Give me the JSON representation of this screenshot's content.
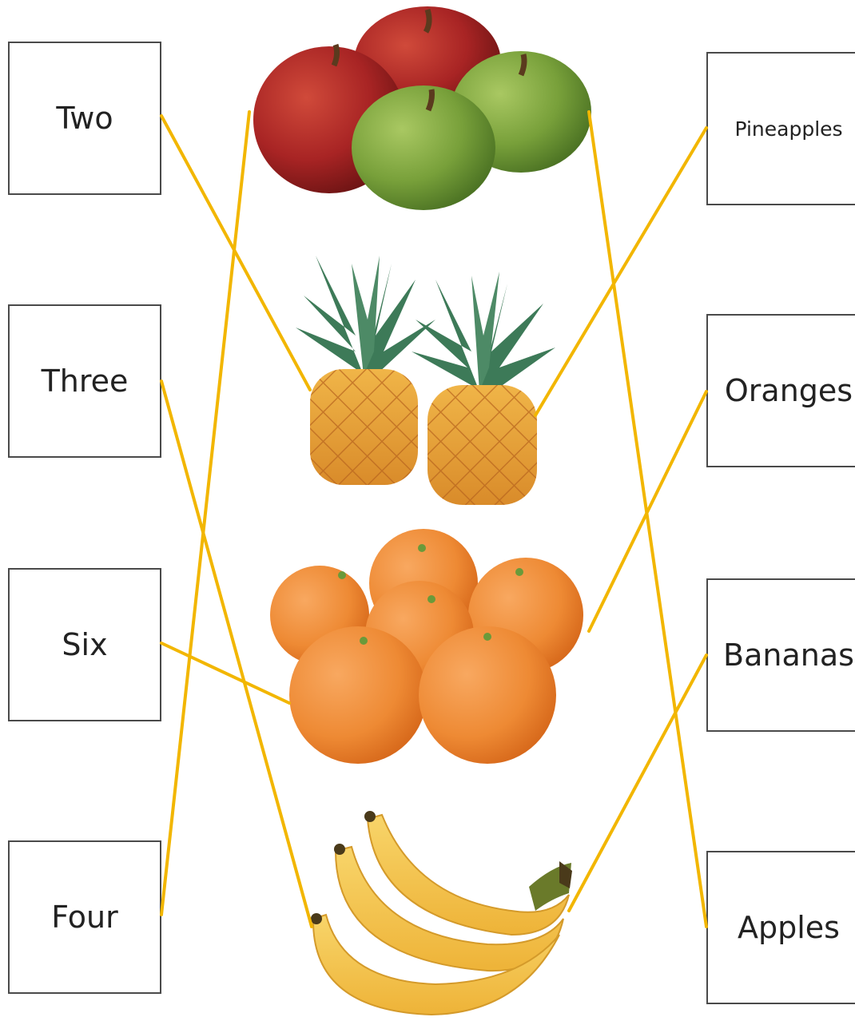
{
  "left_boxes": [
    "Two",
    "Three",
    "Six",
    "Four"
  ],
  "right_boxes": [
    "Pineapples",
    "Oranges",
    "Bananas",
    "Apples"
  ],
  "fruits": [
    {
      "icon": "apples-illustration"
    },
    {
      "icon": "pineapples-illustration"
    },
    {
      "icon": "oranges-illustration"
    },
    {
      "icon": "bananas-illustration"
    }
  ],
  "colors": {
    "line": "#f2b600",
    "box_border": "#4a4a4a",
    "apple_red": "#a82424",
    "apple_green": "#78a03a",
    "orange": "#ee8a34",
    "banana": "#f3c14a",
    "pineapple_leaf": "#3d7a58",
    "pineapple_body": "#e8a33a"
  }
}
